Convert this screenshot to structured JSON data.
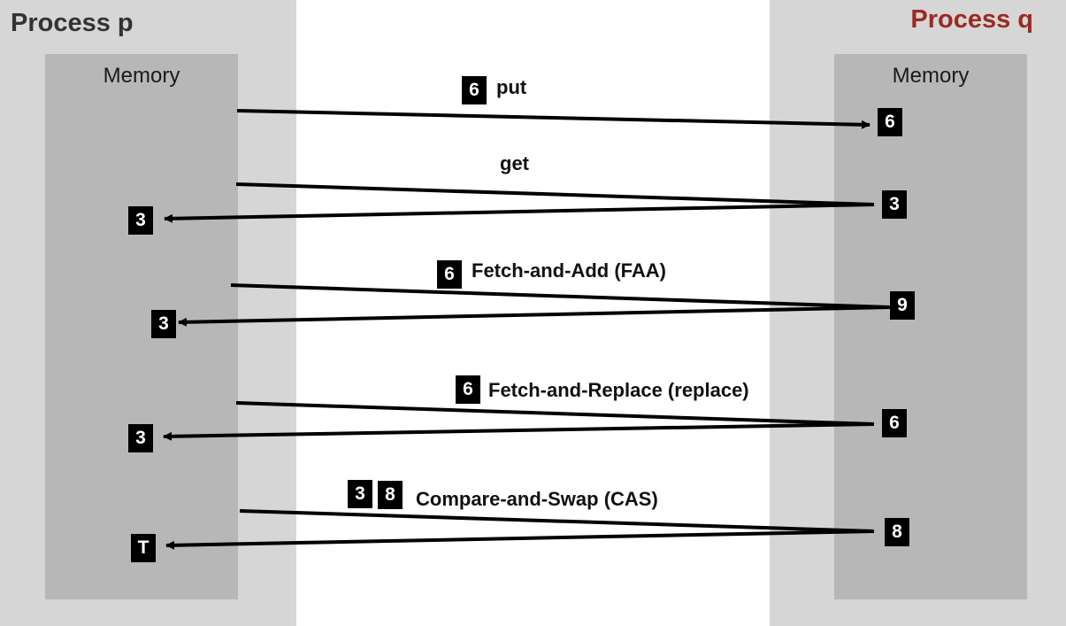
{
  "process_p": {
    "title": "Process p",
    "memory_label": "Memory"
  },
  "process_q": {
    "title": "Process q",
    "memory_label": "Memory",
    "title_color": "#9a2a22"
  },
  "operations": [
    {
      "name": "put",
      "args": [
        "6"
      ],
      "remote_value": "6",
      "returned": null
    },
    {
      "name": "get",
      "args": [],
      "remote_value": "3",
      "returned": "3"
    },
    {
      "name": "Fetch-and-Add (FAA)",
      "args": [
        "6"
      ],
      "remote_value": "9",
      "returned": "3"
    },
    {
      "name": "Fetch-and-Replace (replace)",
      "args": [
        "6"
      ],
      "remote_value": "6",
      "returned": "3"
    },
    {
      "name": "Compare-and-Swap (CAS)",
      "args": [
        "3",
        "8"
      ],
      "remote_value": "8",
      "returned": "T"
    }
  ],
  "colors": {
    "panel": "#d6d6d6",
    "memory": "#b7b7b7",
    "value_box": "#000000"
  }
}
